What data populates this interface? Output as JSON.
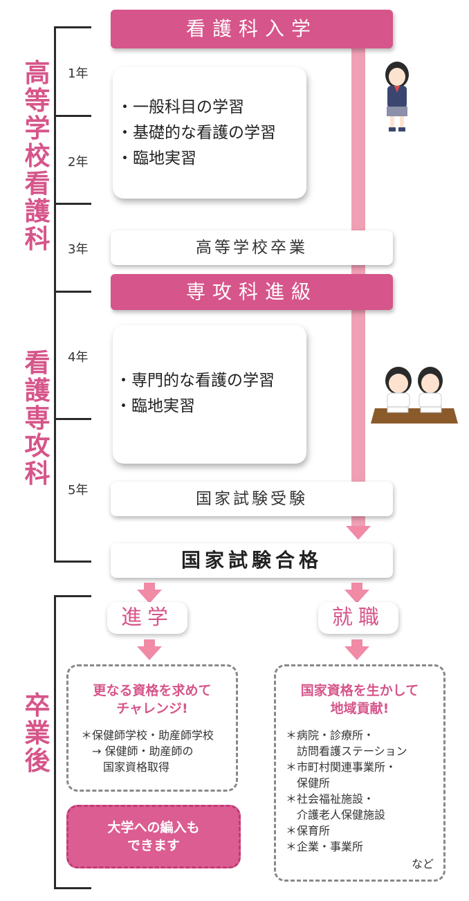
{
  "sections": {
    "high_school": "高等学校看護科",
    "advanced": "看護専攻科",
    "after": "卒業後"
  },
  "years": [
    "1年",
    "2年",
    "3年",
    "4年",
    "5年"
  ],
  "steps": {
    "enroll": "看護科入学",
    "study1": [
      "・一般科目の学習",
      "・基礎的な看護の学習",
      "・臨地実習"
    ],
    "graduate_hs": "高等学校卒業",
    "advance": "専攻科進級",
    "study2": [
      "・専門的な看護の学習",
      "・臨地実習"
    ],
    "exam": "国家試験受験",
    "pass": "国家試験合格"
  },
  "branches": {
    "further_study": {
      "label": "進学",
      "heading": [
        "更なる資格を求めて",
        "チャレンジ!"
      ],
      "lines": [
        "＊保健師学校・助産師学校",
        "　→ 保健師・助産師の",
        "　　国家資格取得"
      ],
      "extra": [
        "大学への編入も",
        "できます"
      ]
    },
    "employment": {
      "label": "就職",
      "heading": [
        "国家資格を生かして",
        "地域貢献!"
      ],
      "lines": [
        "＊病院・診療所・",
        "　訪問看護ステーション",
        "＊市町村関連事業所・",
        "　保健所",
        "＊社会福祉施設・",
        "　介護老人保健施設",
        "＊保育所",
        "＊企業・事業所"
      ],
      "etc": "など"
    }
  },
  "colors": {
    "accent": "#d6558a",
    "flow": "#f0a0b4",
    "arrow": "#f08aa5"
  }
}
